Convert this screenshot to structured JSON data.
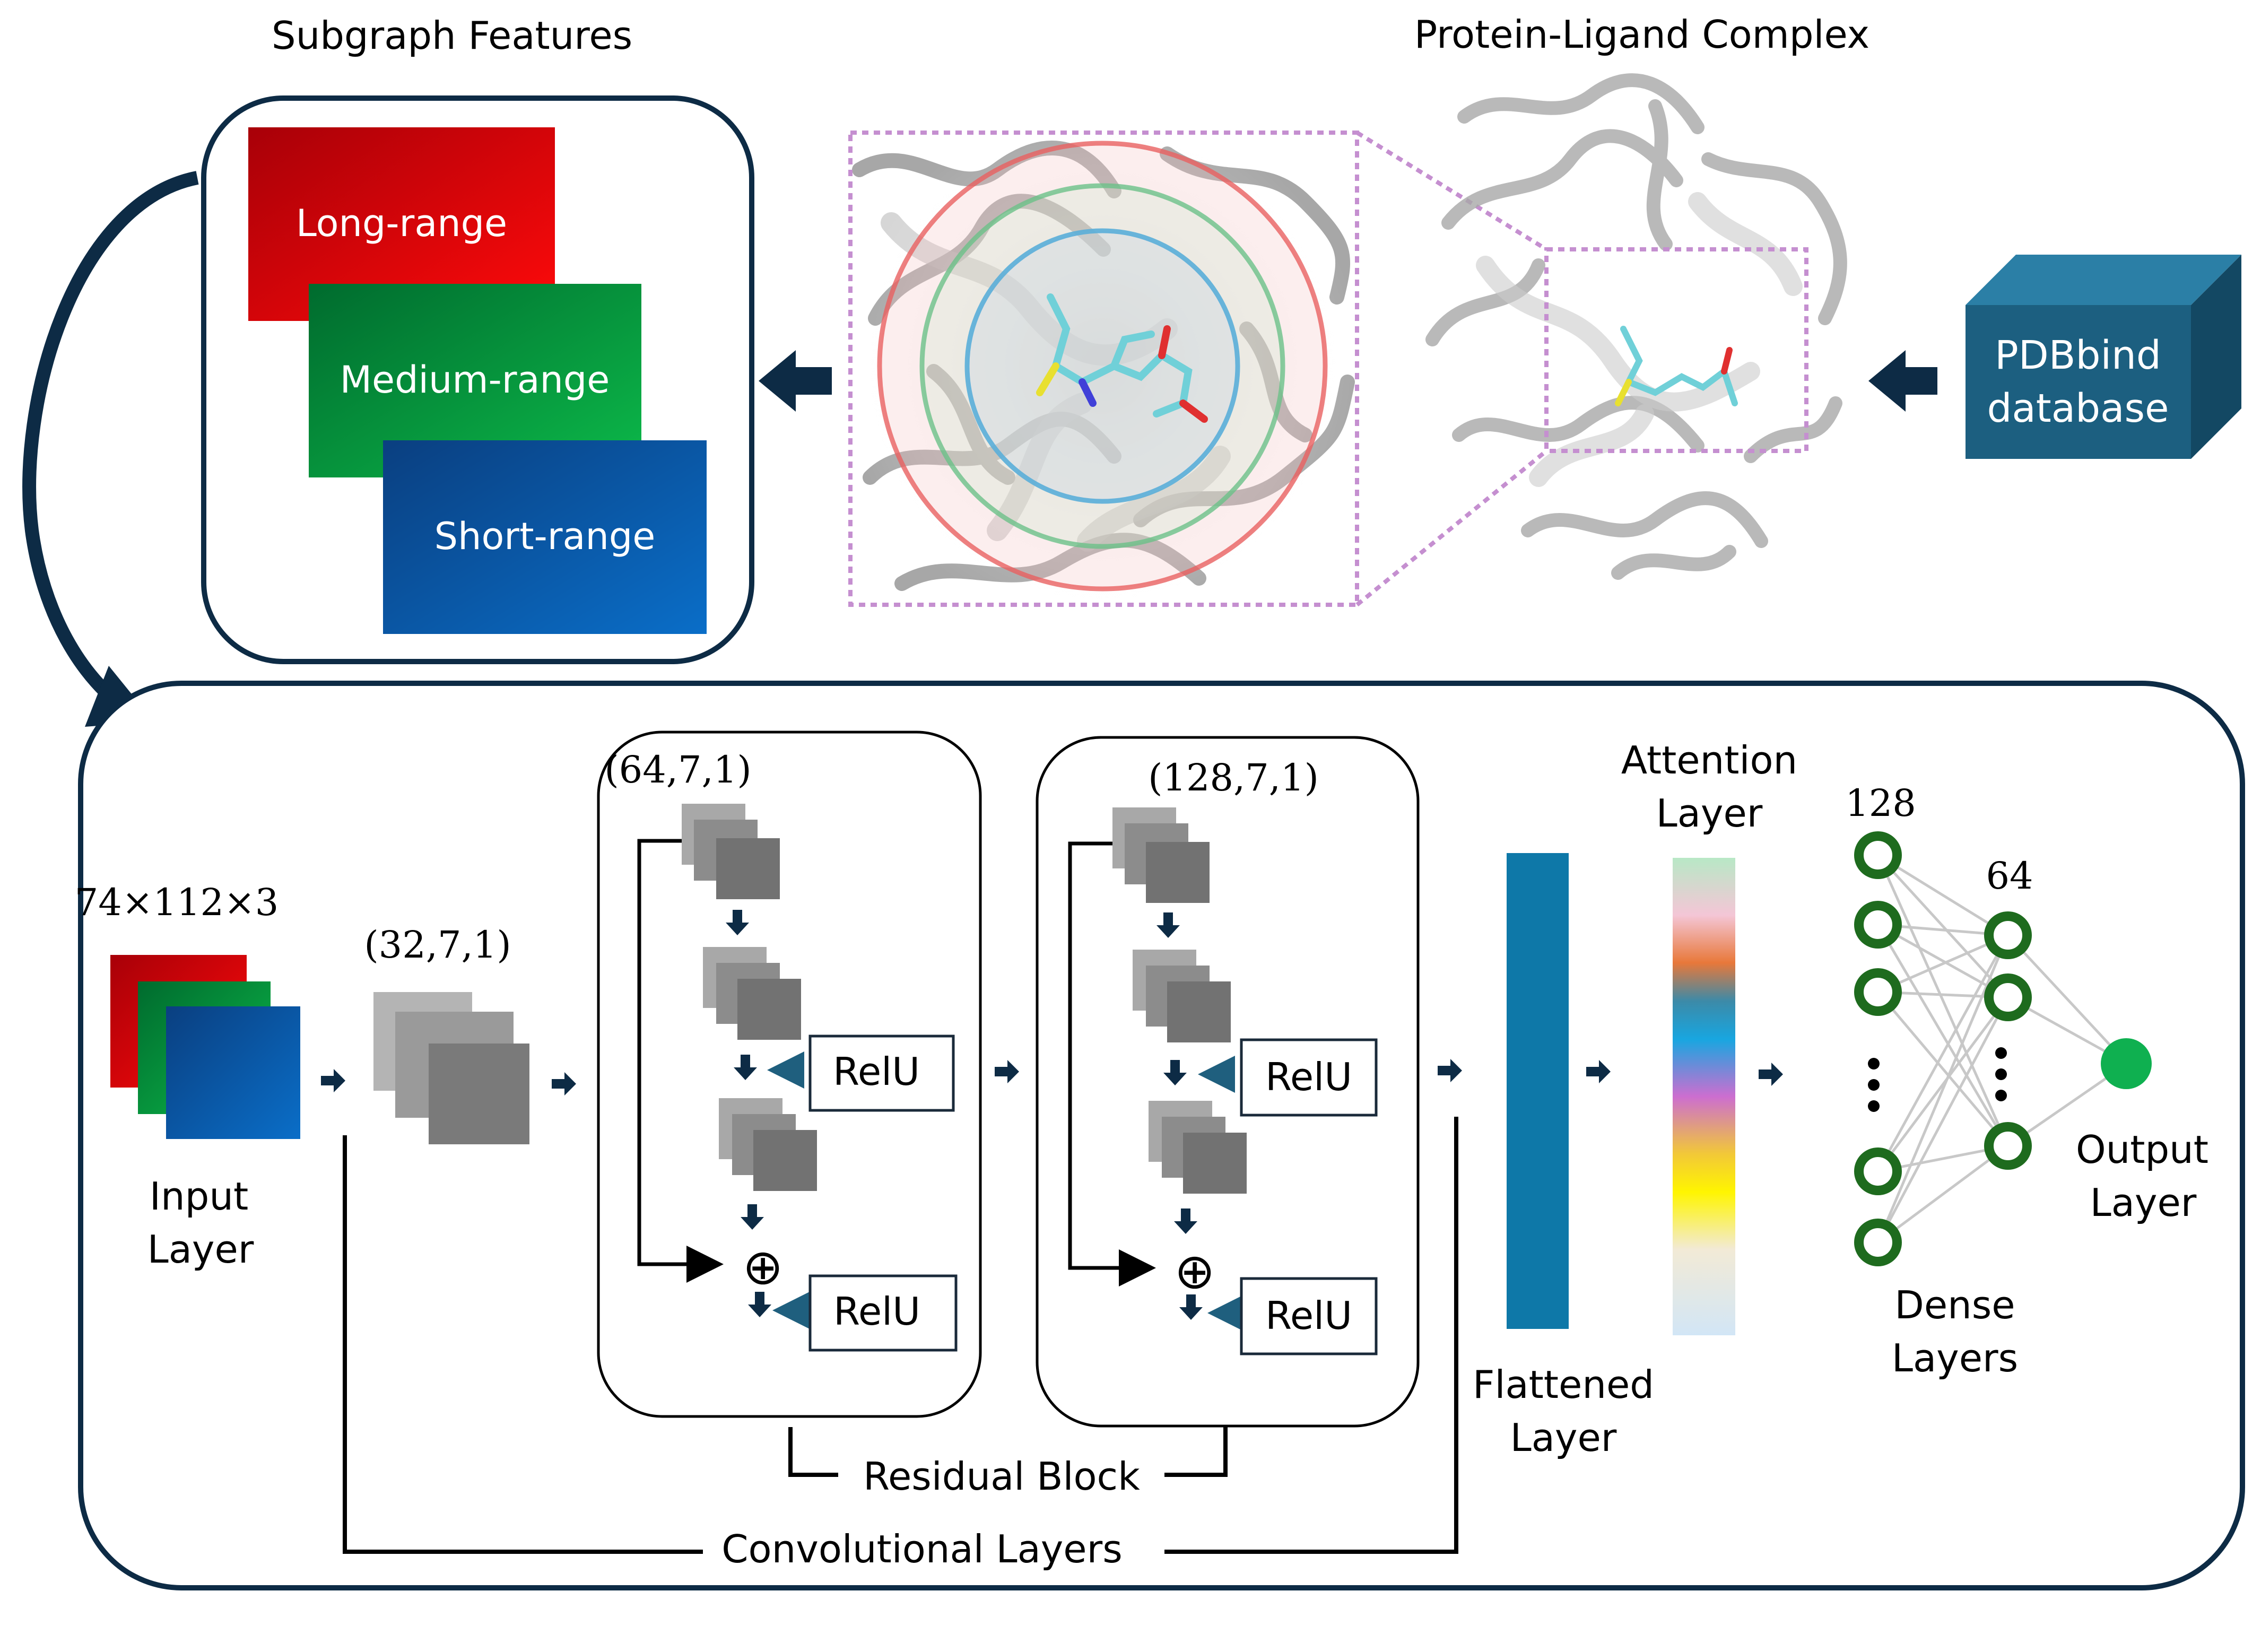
{
  "top": {
    "subgraph_title": "Subgraph Features",
    "complex_title": "Protein-Ligand Complex",
    "database_label_line1": "PDBbind",
    "database_label_line2": "database",
    "feature_cards": [
      {
        "label": "Long-range",
        "color": "#e30613"
      },
      {
        "label": "Medium-range",
        "color": "#0a9a45"
      },
      {
        "label": "Short-range",
        "color": "#0b5ea8"
      }
    ]
  },
  "network": {
    "input_dims": "74×112×3",
    "input_label_line1": "Input",
    "input_label_line2": "Layer",
    "conv1_params": "(32,7,1)",
    "res1_params": "(64,7,1)",
    "res2_params": "(128,7,1)",
    "relu_label": "RelU",
    "add_symbol": "⊕",
    "residual_block_label": "Residual Block",
    "conv_layers_label": "Convolutional Layers",
    "flattened_line1": "Flattened",
    "flattened_line2": "Layer",
    "attention_line1": "Attention",
    "attention_line2": "Layer",
    "dense_size1": "128",
    "dense_size2": "64",
    "dense_line1": "Dense",
    "dense_line2": "Layers",
    "output_line1": "Output",
    "output_line2": "Layer"
  },
  "colors": {
    "dark_navy": "#0d2b45",
    "teal": "#0e78a8",
    "node_green": "#1e6b1e",
    "output_green": "#0fb050",
    "db_front": "#1c5f80",
    "db_top": "#2b7fa6",
    "db_side": "#134863",
    "zoom_box": "#c58fd0"
  }
}
